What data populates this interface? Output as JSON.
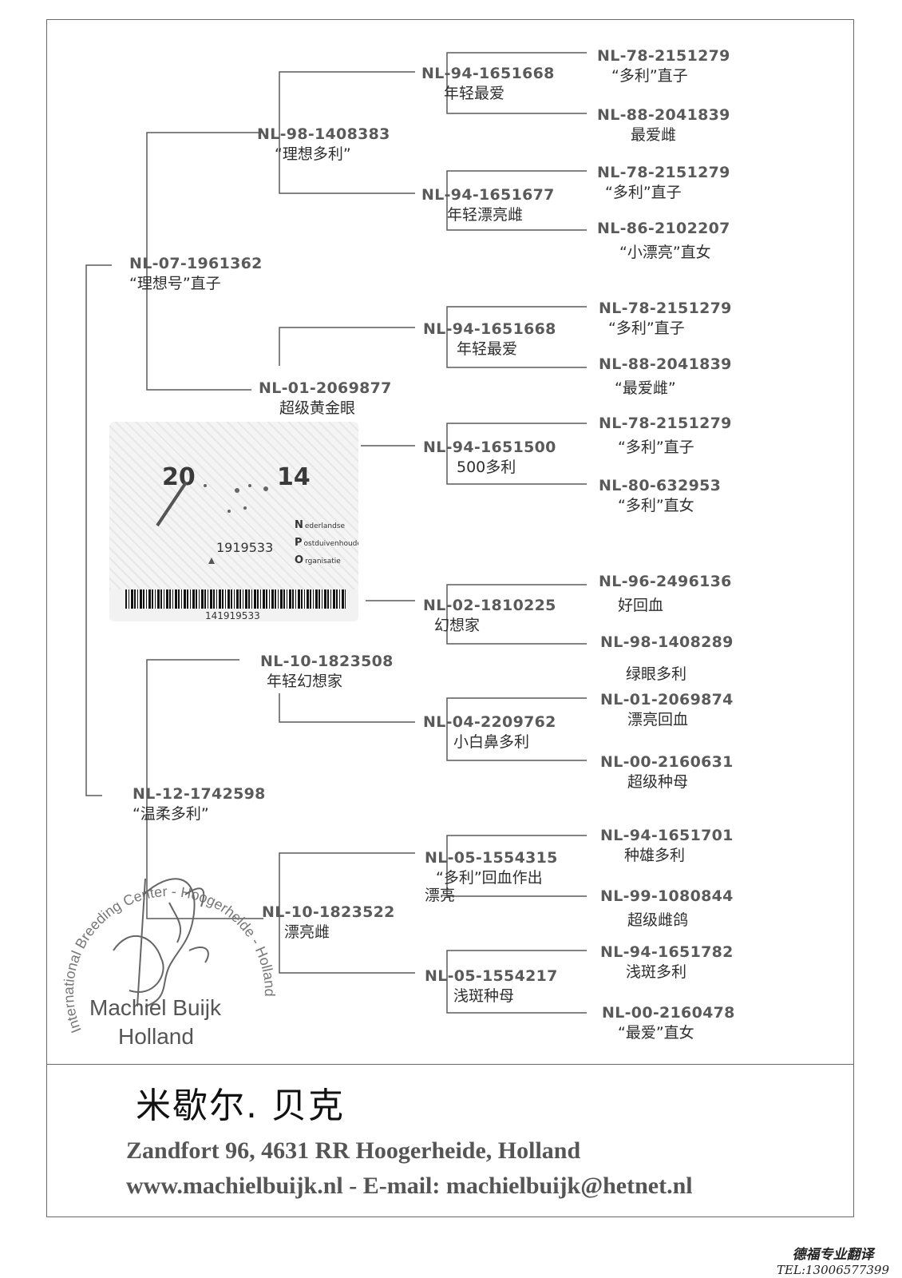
{
  "pedigree": {
    "subject": {
      "ring": "NL-14-1919533"
    },
    "sire": {
      "ring": "NL-07-1961362",
      "name": "“理想号”直子"
    },
    "dam": {
      "ring": "NL-12-1742598",
      "name": "“温柔多利”"
    },
    "gp": [
      {
        "ring": "NL-98-1408383",
        "name": "“理想多利”"
      },
      {
        "ring": "NL-01-2069877",
        "name": "超级黄金眼"
      },
      {
        "ring": "NL-10-1823508",
        "name": "年轻幻想家"
      },
      {
        "ring": "NL-10-1823522",
        "name": "漂亮雌"
      }
    ],
    "ggp": [
      {
        "ring": "NL-94-1651668",
        "name": "年轻最爱"
      },
      {
        "ring": "NL-94-1651677",
        "name": "年轻漂亮雌"
      },
      {
        "ring": "NL-94-1651668",
        "name": "年轻最爱"
      },
      {
        "ring": "NL-94-1651500",
        "name": "500多利"
      },
      {
        "ring": "NL-02-1810225",
        "name": "幻想家"
      },
      {
        "ring": "NL-04-2209762",
        "name": "小白鼻多利"
      },
      {
        "ring": "NL-05-1554315",
        "name": "“多利”回血作出",
        "name2": "漂亮"
      },
      {
        "ring": "NL-05-1554217",
        "name": "浅斑种母"
      }
    ],
    "gggp": [
      {
        "ring": "NL-78-2151279",
        "name": "“多利”直子"
      },
      {
        "ring": "NL-88-2041839",
        "name": "最爱雌"
      },
      {
        "ring": "NL-78-2151279",
        "name": "“多利”直子"
      },
      {
        "ring": "NL-86-2102207",
        "name": "“小漂亮”直女"
      },
      {
        "ring": "NL-78-2151279",
        "name": "“多利”直子"
      },
      {
        "ring": "NL-88-2041839",
        "name": "“最爱雌”"
      },
      {
        "ring": "NL-78-2151279",
        "name": "“多利”直子"
      },
      {
        "ring": "NL-80-632953",
        "name": "“多利”直女"
      },
      {
        "ring": "NL-96-2496136",
        "name": "好回血"
      },
      {
        "ring": "NL-98-1408289",
        "name": "绿眼多利"
      },
      {
        "ring": "NL-01-2069874",
        "name": "漂亮回血"
      },
      {
        "ring": "NL-00-2160631",
        "name": "超级种母"
      },
      {
        "ring": "NL-94-1651701",
        "name": "种雄多利"
      },
      {
        "ring": "NL-99-1080844",
        "name": "超级雌鸽"
      },
      {
        "ring": "NL-94-1651782",
        "name": "浅斑多利"
      },
      {
        "ring": "NL-00-2160478",
        "name": "“最爱”直女"
      }
    ]
  },
  "ring_card": {
    "year_left": "20",
    "year_right": "14",
    "number": "1919533",
    "org_initials": [
      "N",
      "P",
      "O"
    ],
    "org_words": [
      "ederlandse",
      "ostduivenhouders",
      "rganisatie"
    ],
    "barcode_number": "141919533"
  },
  "stamp": {
    "arc_text": "International Breeding Center - Hoogerheide - Holland",
    "name": "Machiel Buijk",
    "country": "Holland"
  },
  "footer": {
    "owner_name": "米歇尔. 贝克",
    "address": "Zandfort 96, 4631 RR Hoogerheide, Holland",
    "web_line": "www.machielbuijk.nl  -  E-mail: machielbuijk@hetnet.nl"
  },
  "translator": {
    "label": "德福专业翻译",
    "tel": "TEL:13006577399"
  }
}
